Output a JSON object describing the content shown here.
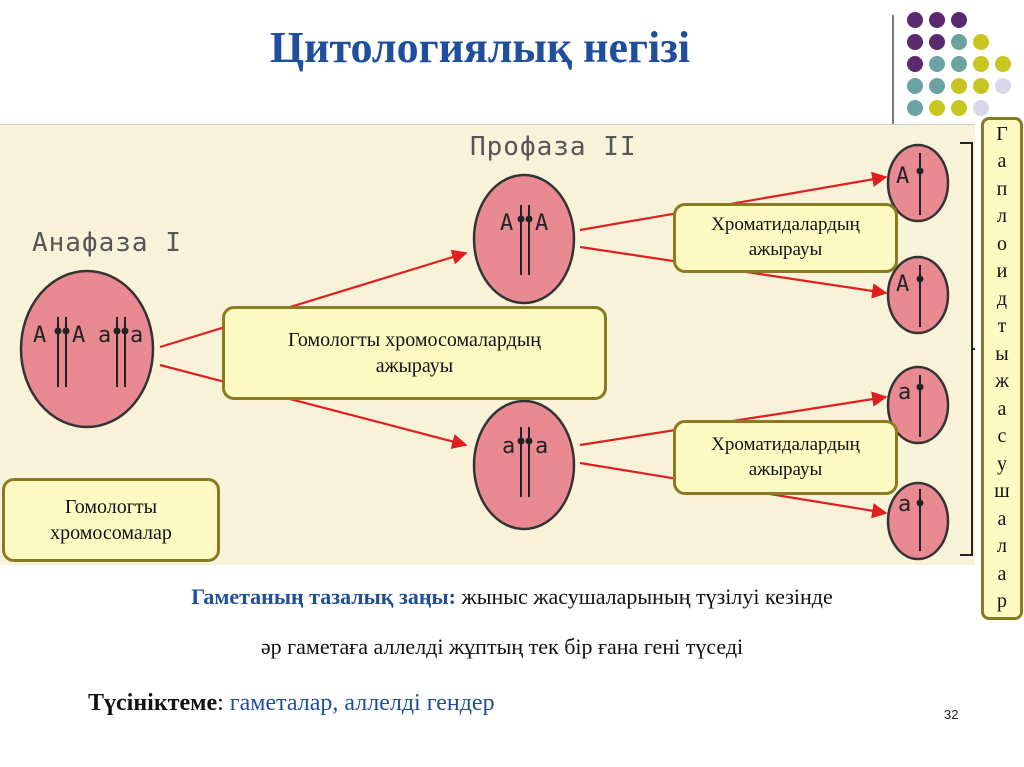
{
  "title": "Цитологиялық негізі",
  "stages": {
    "anaphase": "Анафаза I",
    "prophase": "Профаза II"
  },
  "labels": {
    "homologous_separation": "Гомологты хромосомалардың ажырауы",
    "chromatid_separation_top": "Хроматидалардың ажырауы",
    "chromatid_separation_bottom": "Хроматидалардың ажырауы",
    "homologous_chromosomes": "Гомологты хромосомалар"
  },
  "alleles": {
    "dominant": "A",
    "recessive": "a"
  },
  "haploid_letters": [
    "Г",
    "а",
    "п",
    "л",
    "о",
    "и",
    "д",
    "т",
    "ы",
    "ж",
    "а",
    "с",
    "у",
    "ш",
    "а",
    "л",
    "а",
    "р"
  ],
  "law": {
    "term": "Гаметаның тазалық заңы:",
    "text_line1": " жыныс жасушаларының түзілуі кезінде",
    "text_line2": "әр гаметаға аллелді жұптың тек бір ғана гені түседі"
  },
  "note": {
    "term": "Түсініктеме",
    "sep": ": ",
    "value": "гаметалар, аллелді гендер"
  },
  "page_number": "32",
  "colors": {
    "title": "#1f4e9c",
    "cell_fill": "#e98a92",
    "panel": "#f8f3d8",
    "label_box": "#fdfbc2",
    "arrow": "#e02020",
    "dot_purple": "#5a2a6e",
    "dot_teal": "#6aa3a1",
    "dot_olive": "#c9c520",
    "dot_lavender": "#d8d8ea"
  }
}
